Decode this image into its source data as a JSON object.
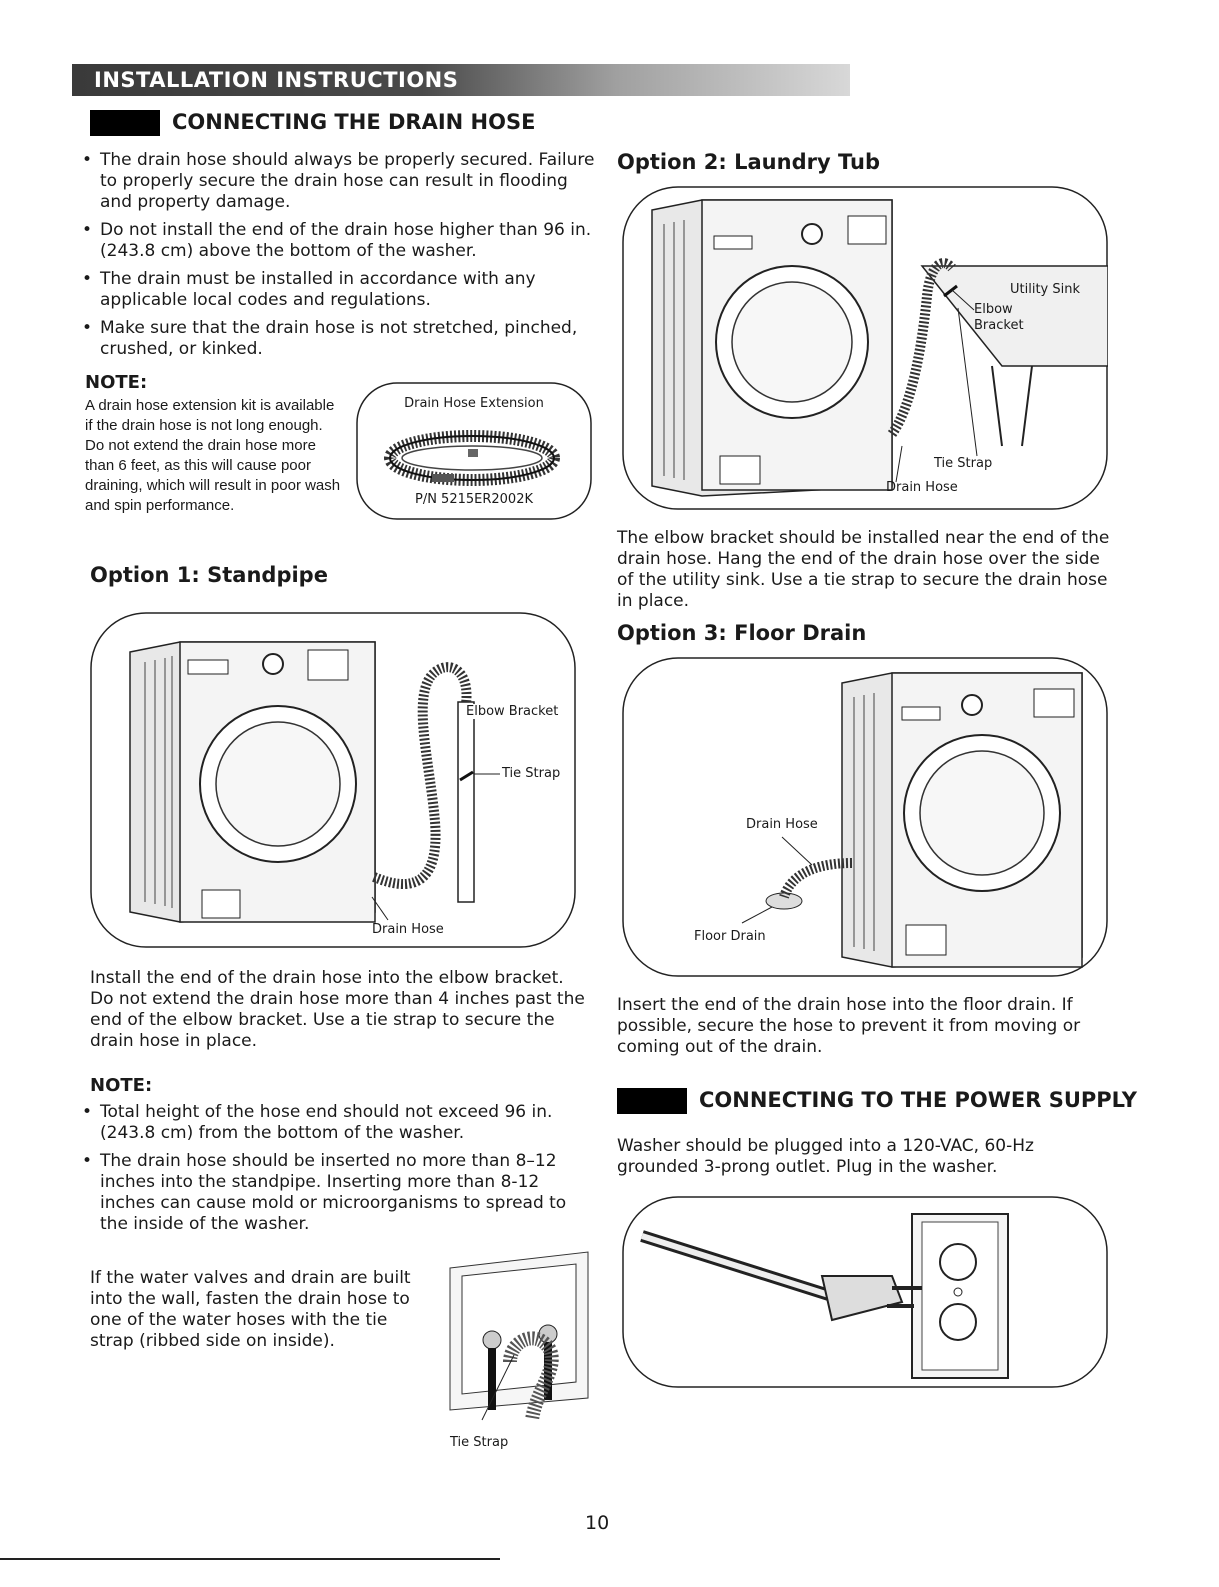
{
  "header": {
    "banner": "INSTALLATION INSTRUCTIONS"
  },
  "drain_section": {
    "title": "CONNECTING THE DRAIN HOSE",
    "bullets": [
      "The drain hose should always be properly secured. Failure to properly secure the drain hose can result in flooding and property damage.",
      "Do not install the end of the drain hose higher than 96 in. (243.8 cm) above the bottom of the washer.",
      "The drain must be installed in accordance with any applicable local codes and regulations.",
      "Make sure that the drain hose is not stretched, pinched, crushed, or kinked."
    ],
    "note_label": "NOTE:",
    "note_text": "A drain hose extension kit is available if the drain hose is not long enough. Do not extend the drain hose more than 6 feet, as this will cause poor draining, which will result in poor wash and spin performance.",
    "extension": {
      "title": "Drain Hose Extension",
      "part_number": "P/N 5215ER2002K"
    }
  },
  "option1": {
    "title": "Option 1: Standpipe",
    "labels": {
      "elbow": "Elbow Bracket",
      "tie": "Tie Strap",
      "hose": "Drain Hose"
    },
    "text": "Install the end of the drain hose into the elbow bracket. Do not extend the drain hose more than 4 inches past the end of the elbow bracket. Use a tie strap to secure the drain hose in place.",
    "note_label": "NOTE:",
    "note_bullets": [
      "Total height of the hose end should not exceed 96 in. (243.8 cm) from the bottom of the washer.",
      "The drain hose should be inserted no more than 8–12 inches into the standpipe. Inserting more than 8-12 inches can cause mold or microorganisms to spread to the inside of the washer."
    ],
    "wall_text": "If the water valves and drain are built into the wall, fasten the drain hose to one of the water hoses with the tie strap (ribbed side on inside).",
    "wall_label": "Tie Strap"
  },
  "option2": {
    "title": "Option 2: Laundry Tub",
    "labels": {
      "sink": "Utility Sink",
      "elbow": "Elbow Bracket",
      "tie": "Tie Strap",
      "hose": "Drain Hose"
    },
    "text": "The elbow bracket should be installed near the end of the drain hose. Hang the end of the drain hose over the side of the utility sink. Use a tie strap to secure the drain hose in place."
  },
  "option3": {
    "title": "Option 3: Floor Drain",
    "labels": {
      "hose": "Drain Hose",
      "drain": "Floor Drain"
    },
    "text": "Insert the end of the drain hose into the floor drain. If possible, secure the hose to prevent it from moving or coming out of the drain."
  },
  "power_section": {
    "title": "CONNECTING TO THE POWER SUPPLY",
    "text": "Washer should be plugged into a 120-VAC, 60-Hz grounded 3-prong outlet. Plug in the washer."
  },
  "page_number": "10"
}
